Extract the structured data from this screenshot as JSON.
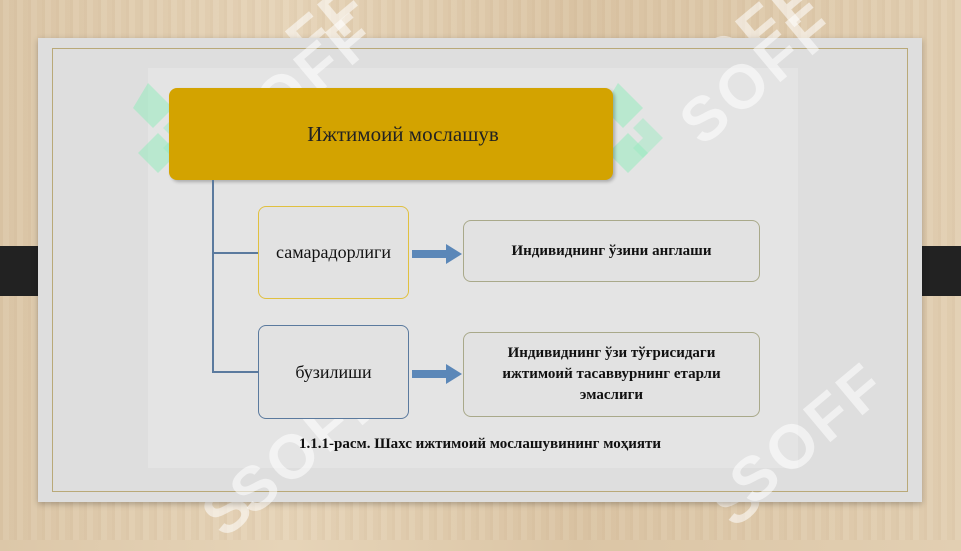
{
  "diagram": {
    "root": "Ижтимоий мослашув",
    "branches": [
      {
        "label": "самарадорлиги",
        "result": "Индивиднинг ўзини англаши"
      },
      {
        "label": "бузилиши",
        "result": "Индивиднинг ўзи тўғрисидаги ижтимоий тасаввурнинг етарли эмаслиги"
      }
    ],
    "caption": "1.1.1-расм. Шахс ижтимоий мослашувининг моҳияти"
  },
  "watermark": {
    "text": "SOFF"
  },
  "colors": {
    "root_fill": "#d3a300",
    "connector": "#5b7a9e",
    "box1_border": "#e0c040",
    "box2_border": "#5b7a9e",
    "arrow": "#5b87b8"
  }
}
